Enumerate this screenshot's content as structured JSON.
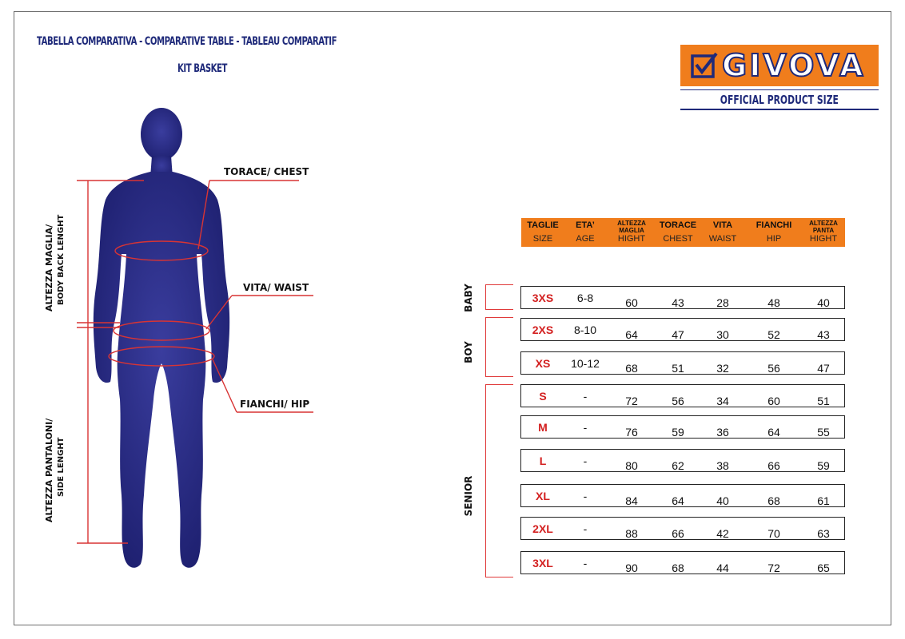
{
  "header": {
    "title": "TABELLA COMPARATIVA - COMPARATIVE TABLE - TABLEAU COMPARATIF",
    "subtitle": "KIT BASKET",
    "brand": "GIVOVA",
    "official": "OFFICIAL PRODUCT SIZE"
  },
  "colors": {
    "orange": "#f07d1c",
    "navy": "#1f2a7a",
    "red": "#d32020",
    "figure": "#2c2f8a"
  },
  "figure": {
    "chest": "TORACE/ CHEST",
    "waist": "VITA/ WAIST",
    "hip": "FIANCHI/ HIP",
    "body_length_1": "ALTEZZA MAGLIA/",
    "body_length_2": "BODY BACK LENGHT",
    "side_length_1": "ALTEZZA PANTALONI/",
    "side_length_2": "SIDE LENGHT"
  },
  "table": {
    "columns": [
      {
        "it": "TAGLIE",
        "en": "SIZE",
        "small": false
      },
      {
        "it": "ETA’",
        "en": "AGE",
        "small": false
      },
      {
        "it": "ALTEZZA MAGLIA",
        "en": "HIGHT",
        "small": true
      },
      {
        "it": "TORACE",
        "en": "CHEST",
        "small": false
      },
      {
        "it": "VITA",
        "en": "WAIST",
        "small": false
      },
      {
        "it": "FIANCHI",
        "en": "HIP",
        "small": false
      },
      {
        "it": "ALTEZZA PANTA",
        "en": "HIGHT",
        "small": true
      }
    ],
    "groups": [
      "BABY",
      "BOY",
      "SENIOR"
    ],
    "rows": [
      {
        "size": "3XS",
        "age": "6-8",
        "height": "60",
        "chest": "43",
        "waist": "28",
        "hip": "48",
        "pants": "40"
      },
      {
        "size": "2XS",
        "age": "8-10",
        "height": "64",
        "chest": "47",
        "waist": "30",
        "hip": "52",
        "pants": "43"
      },
      {
        "size": "XS",
        "age": "10-12",
        "height": "68",
        "chest": "51",
        "waist": "32",
        "hip": "56",
        "pants": "47"
      },
      {
        "size": "S",
        "age": "-",
        "height": "72",
        "chest": "56",
        "waist": "34",
        "hip": "60",
        "pants": "51"
      },
      {
        "size": "M",
        "age": "-",
        "height": "76",
        "chest": "59",
        "waist": "36",
        "hip": "64",
        "pants": "55"
      },
      {
        "size": "L",
        "age": "-",
        "height": "80",
        "chest": "62",
        "waist": "38",
        "hip": "66",
        "pants": "59"
      },
      {
        "size": "XL",
        "age": "-",
        "height": "84",
        "chest": "64",
        "waist": "40",
        "hip": "68",
        "pants": "61"
      },
      {
        "size": "2XL",
        "age": "-",
        "height": "88",
        "chest": "66",
        "waist": "42",
        "hip": "70",
        "pants": "63"
      },
      {
        "size": "3XL",
        "age": "-",
        "height": "90",
        "chest": "68",
        "waist": "44",
        "hip": "72",
        "pants": "65"
      }
    ]
  }
}
